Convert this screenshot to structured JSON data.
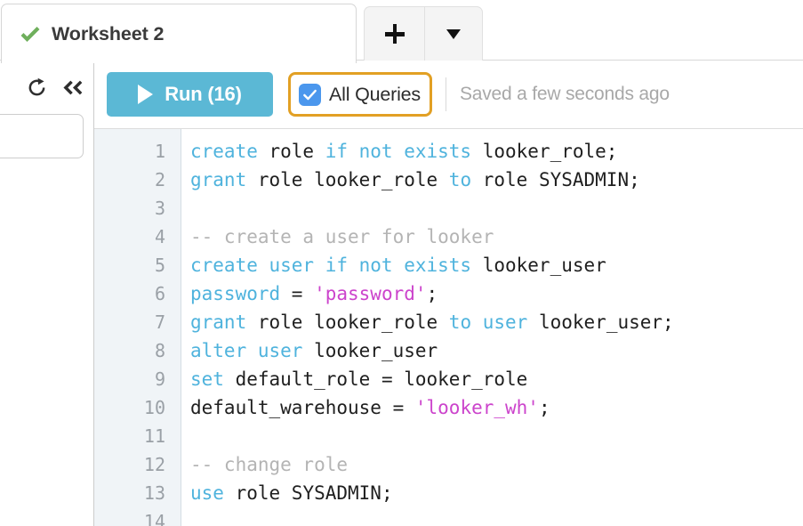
{
  "tabbar": {
    "active_tab": {
      "title": "Worksheet 2",
      "status_icon": "check-icon",
      "status_color": "#6faf5c"
    },
    "new_tab_button": "+",
    "tab_menu_button": "▼"
  },
  "left_panel": {
    "refresh_icon": "refresh-icon",
    "collapse_icon": "double-chevron-left-icon",
    "search_input_value": "",
    "search_input_placeholder": ""
  },
  "toolbar": {
    "run_label": "Run (16)",
    "run_icon": "play-triangle-icon",
    "run_color": "#5bb8d5",
    "all_queries_label": "All Queries",
    "all_queries_checked": true,
    "checkbox_color": "#4b97ed",
    "focus_ring_color": "#e2a024",
    "saved_status": "Saved a few seconds ago"
  },
  "editor": {
    "colors": {
      "keyword": "#4fb3dd",
      "string": "#cc44cc",
      "comment": "#b4b4b4",
      "plain": "#1f1f1f",
      "gutter_bg": "#f0f4f7",
      "gutter_text": "#9aa0a6"
    },
    "line_numbers": [
      "1",
      "2",
      "3",
      "4",
      "5",
      "6",
      "7",
      "8",
      "9",
      "10",
      "11",
      "12",
      "13",
      "14"
    ],
    "lines": [
      [
        {
          "t": "create",
          "c": "kw"
        },
        {
          "t": " role ",
          "c": "pln"
        },
        {
          "t": "if not exists",
          "c": "kw"
        },
        {
          "t": " looker_role;",
          "c": "pln"
        }
      ],
      [
        {
          "t": "grant",
          "c": "kw"
        },
        {
          "t": " role looker_role ",
          "c": "pln"
        },
        {
          "t": "to",
          "c": "kw"
        },
        {
          "t": " role SYSADMIN;",
          "c": "pln"
        }
      ],
      [],
      [
        {
          "t": "-- create a user for looker",
          "c": "cmt"
        }
      ],
      [
        {
          "t": "create user if not exists",
          "c": "kw"
        },
        {
          "t": " looker_user",
          "c": "pln"
        }
      ],
      [
        {
          "t": "password",
          "c": "kw"
        },
        {
          "t": " = ",
          "c": "pln"
        },
        {
          "t": "'password'",
          "c": "str"
        },
        {
          "t": ";",
          "c": "pln"
        }
      ],
      [
        {
          "t": "grant",
          "c": "kw"
        },
        {
          "t": " role looker_role ",
          "c": "pln"
        },
        {
          "t": "to user",
          "c": "kw"
        },
        {
          "t": " looker_user;",
          "c": "pln"
        }
      ],
      [
        {
          "t": "alter user",
          "c": "kw"
        },
        {
          "t": " looker_user",
          "c": "pln"
        }
      ],
      [
        {
          "t": "set",
          "c": "kw"
        },
        {
          "t": " default_role = looker_role",
          "c": "pln"
        }
      ],
      [
        {
          "t": "default_warehouse = ",
          "c": "pln"
        },
        {
          "t": "'looker_wh'",
          "c": "str"
        },
        {
          "t": ";",
          "c": "pln"
        }
      ],
      [],
      [
        {
          "t": "-- change role",
          "c": "cmt"
        }
      ],
      [
        {
          "t": "use",
          "c": "kw"
        },
        {
          "t": " role SYSADMIN;",
          "c": "pln"
        }
      ],
      []
    ]
  }
}
